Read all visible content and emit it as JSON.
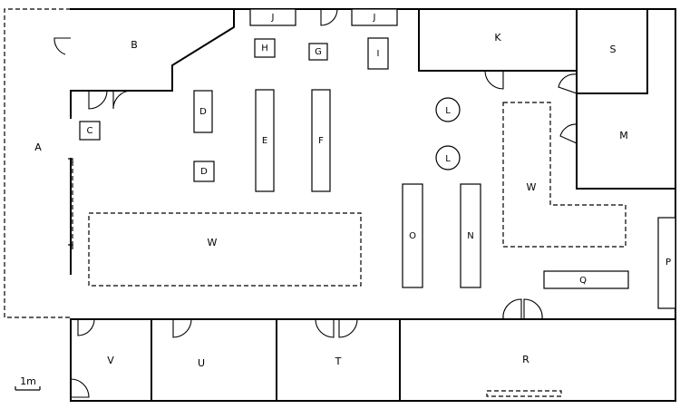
{
  "labels": {
    "A": "A",
    "B": "B",
    "C": "C",
    "D_top": "D",
    "D_bottom": "D",
    "E": "E",
    "F": "F",
    "G": "G",
    "H": "H",
    "I": "I",
    "J_left": "J",
    "J_right": "J",
    "K": "K",
    "L_top": "L",
    "L_bottom": "L",
    "M": "M",
    "N": "N",
    "O": "O",
    "P": "P",
    "Q": "Q",
    "R": "R",
    "S": "S",
    "T": "T",
    "U": "U",
    "V": "V",
    "W_bottom": "W",
    "W_right": "W"
  },
  "scale": {
    "label": "1m"
  }
}
